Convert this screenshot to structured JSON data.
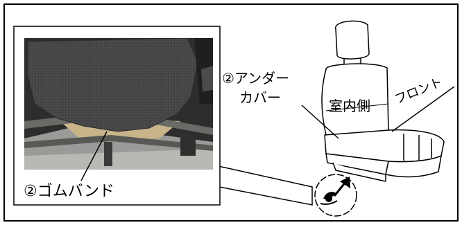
{
  "labels": {
    "under_cover_line1": "②アンダー",
    "under_cover_line2": "カバー",
    "indoor_side": "室内側",
    "front": "フロント",
    "rubber_band": "②ゴムバンド"
  },
  "icons": {
    "view_direction": "eye-with-arrow-icon",
    "photo": "seat-underside-photo"
  },
  "colors": {
    "line": "#000000",
    "background": "#ffffff",
    "carpet": "#4a4a4a",
    "photo_bg": "#3a3a3a"
  }
}
